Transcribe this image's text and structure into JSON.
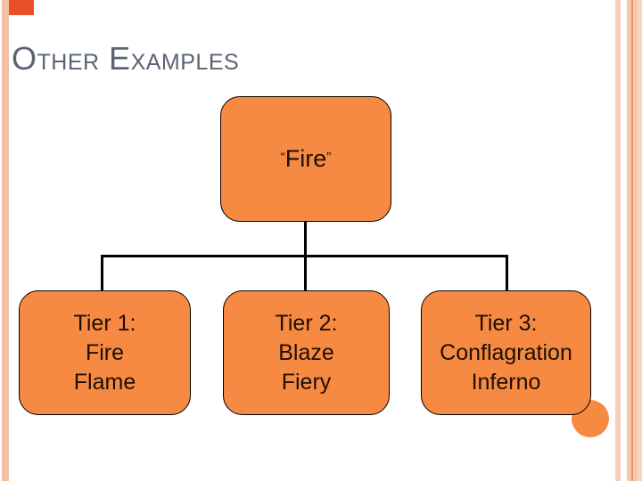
{
  "slide": {
    "title": "Other Examples",
    "title_color": "#5A6472",
    "background": "#FFFFFF"
  },
  "diagram": {
    "root": {
      "open_quote": "“",
      "label": "Fire",
      "close_quote": "”"
    },
    "children": [
      {
        "lines": [
          "Tier 1:",
          "Fire",
          "Flame"
        ]
      },
      {
        "lines": [
          "Tier 2:",
          "Blaze",
          "Fiery"
        ]
      },
      {
        "lines": [
          "Tier 3:",
          "Conflagration",
          "Inferno"
        ]
      }
    ],
    "box_fill": "#F78A42",
    "box_border": "#000000",
    "box_text_color": "#1E0E05",
    "connector_color": "#000000"
  },
  "decor": {
    "corner_accent_color": "#E8502A",
    "left_stripe_color": "#F3BFA3",
    "right_stripe_colors": [
      "#F7D0BA",
      "#FBC7A6",
      "#E29A6D",
      "#FAC9AB",
      "#FBD3C1"
    ],
    "corner_circle_color": "#F78A42"
  }
}
